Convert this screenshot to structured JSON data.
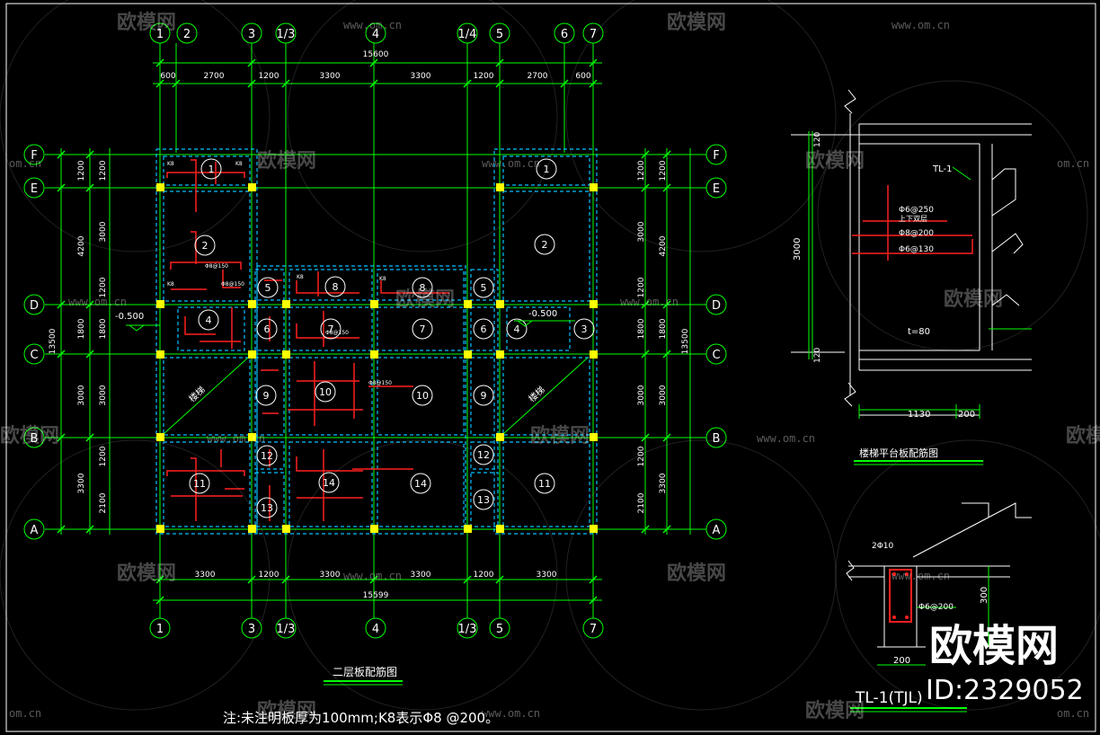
{
  "plan": {
    "title": "二层板配筋图",
    "note": "注:未注明板厚为100mm;K8表示Φ8 @200。",
    "axes_top": [
      "1",
      "2",
      "3",
      "1/3",
      "4",
      "1/4",
      "5",
      "6",
      "7"
    ],
    "axes_bottom": [
      "1",
      "3",
      "1/3",
      "4",
      "1/3",
      "5",
      "7"
    ],
    "axes_rows": [
      "F",
      "E",
      "D",
      "C",
      "B",
      "A"
    ],
    "dims_top_total": "15600",
    "dims_top": [
      "600",
      "2700",
      "1200",
      "3300",
      "3300",
      "1200",
      "2700",
      "600"
    ],
    "dims_bottom": [
      "3300",
      "1200",
      "3300",
      "3300",
      "1200",
      "3300"
    ],
    "dims_bottom_total": "15599",
    "dims_left_outer": [
      "1200",
      "4200",
      "1800",
      "3000",
      "3300"
    ],
    "dims_left_inner": [
      "1200",
      "3000",
      "1200",
      "1800",
      "3000",
      "1200",
      "2100"
    ],
    "dims_left_total": "13500",
    "dims_right_outer": [
      "1200",
      "4200",
      "1800",
      "3000",
      "3300"
    ],
    "dims_right_inner": [
      "1200",
      "3000",
      "1200",
      "1800",
      "3000",
      "1200",
      "2100"
    ],
    "dims_right_total": "13500",
    "levels": [
      "-0.500",
      "-0.500"
    ],
    "stair_label": "楼梯",
    "slab_numbers": [
      "1",
      "1",
      "2",
      "2",
      "5",
      "8",
      "8",
      "5",
      "4",
      "6",
      "7",
      "7",
      "6",
      "4",
      "3",
      "9",
      "10",
      "10",
      "9",
      "12",
      "12",
      "11",
      "14",
      "14",
      "11",
      "13",
      "13"
    ],
    "rebar_tags": [
      "K8",
      "K8",
      "Φ8@150",
      "K8",
      "Φ8@150",
      "K8",
      "Φ8@150",
      "K8",
      "Φ8@150"
    ]
  },
  "stair_slab": {
    "title": "楼梯平台板配筋图",
    "beam_tag": "TL-1",
    "rebar": [
      "Φ6@250",
      "上下双层",
      "Φ8@200",
      "Φ6@130"
    ],
    "thickness": "t=80",
    "dims_vertical": [
      "120",
      "3000",
      "120"
    ],
    "dims_horizontal": [
      "1130",
      "200"
    ]
  },
  "beam_section": {
    "title": "TL-1(TJL)",
    "top_bars": "2Φ10",
    "stirrup": "Φ6@200",
    "height": "300",
    "width": "200"
  },
  "watermark": {
    "brand": "欧模网",
    "site": "www.om.cn",
    "site_short": "om.cn",
    "id": "ID:2329052"
  },
  "colors": {
    "background": "#000000",
    "grid": "#00ff00",
    "slab": "#00bfff",
    "rebar": "#ff2020",
    "column": "#ffff00",
    "text": "#ffffff"
  }
}
